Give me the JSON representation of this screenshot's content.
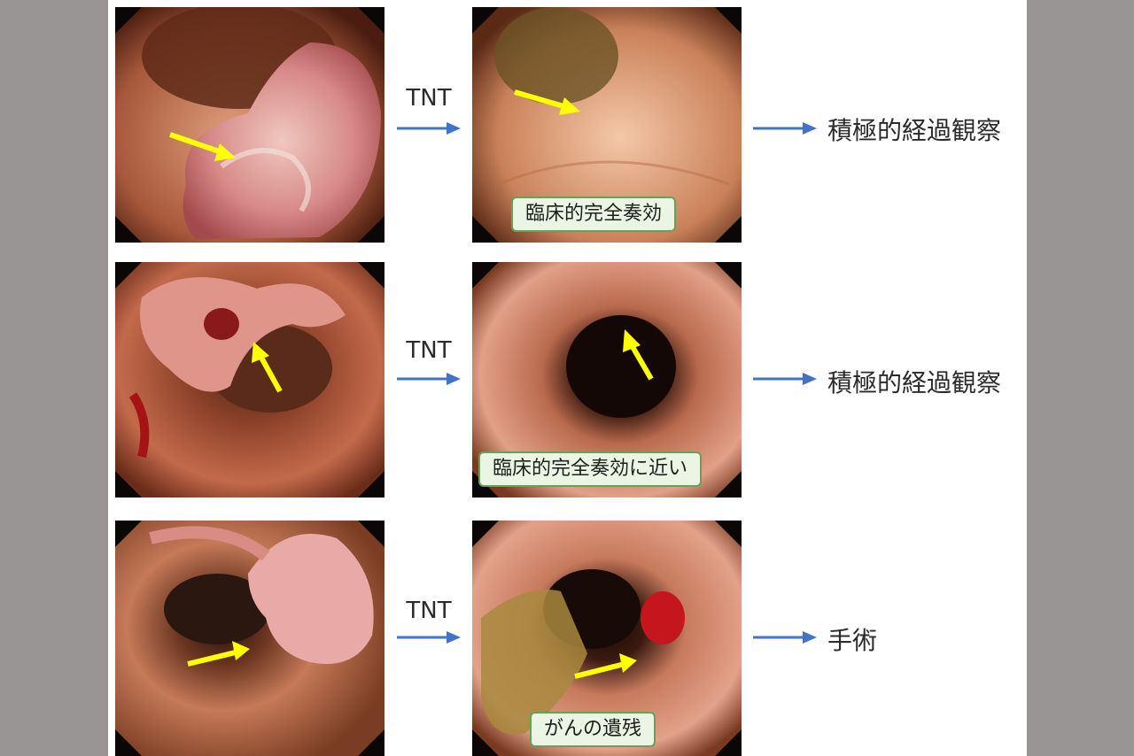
{
  "rows": [
    {
      "before_image": "endoscopy-tumor-before-1",
      "step_label": "TNT",
      "after_image": "endoscopy-after-1",
      "after_badge": "臨床的完全奏効",
      "outcome": "積極的経過観察"
    },
    {
      "before_image": "endoscopy-tumor-before-2",
      "step_label": "TNT",
      "after_image": "endoscopy-after-2",
      "after_badge": "臨床的完全奏効に近い",
      "outcome": "積極的経過観察"
    },
    {
      "before_image": "endoscopy-tumor-before-3",
      "step_label": "TNT",
      "after_image": "endoscopy-after-3",
      "after_badge": "がんの遺残",
      "outcome": "手術"
    }
  ],
  "colors": {
    "arrow_blue": "#4472c4",
    "pointer_yellow": "#ffff00",
    "badge_fill": "#eaf5e3",
    "badge_border": "#6a9f55"
  }
}
